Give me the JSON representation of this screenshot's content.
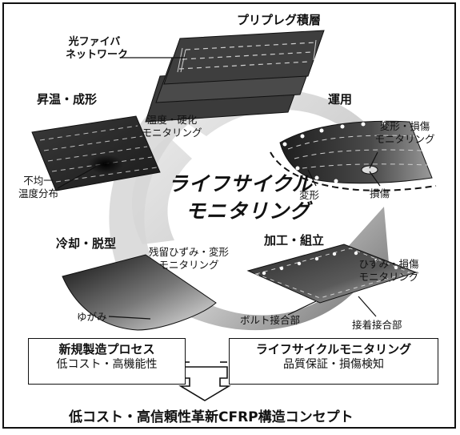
{
  "stages": {
    "prepreg": "プリプレグ積層",
    "curing": "昇温・成形",
    "operation": "運用",
    "cooling": "冷却・脱型",
    "assembly": "加工・組立"
  },
  "annotations": {
    "optical_fiber_line1": "光ファイバ",
    "optical_fiber_line2": "ネットワーク",
    "temp_cure_line1": "温度・硬化",
    "temp_cure_line2": "モニタリング",
    "uneven_temp_line1": "不均一",
    "uneven_temp_line2": "温度分布",
    "deform_damage_line1": "変形・損傷",
    "deform_damage_line2": "モニタリング",
    "deformation": "変形",
    "damage": "損傷",
    "residual_line1": "残留ひずみ・変形",
    "residual_line2": "モニタリング",
    "strain_damage_line1": "ひずみ・損傷",
    "strain_damage_line2": "モニタリング",
    "warpage": "ゆがみ",
    "bolt_joint": "ボルト接合部",
    "adhesive_joint": "接着接合部"
  },
  "center_label": {
    "line1": "ライフサイクル",
    "line2": "モニタリング"
  },
  "boxes": {
    "left_title": "新規製造プロセス",
    "left_sub": "低コスト・高機能性",
    "right_title": "ライフサイクルモニタリング",
    "right_sub": "品質保証・損傷検知"
  },
  "bottom_label": "低コスト・高信頼性革新CFRP構造コンセプト"
}
